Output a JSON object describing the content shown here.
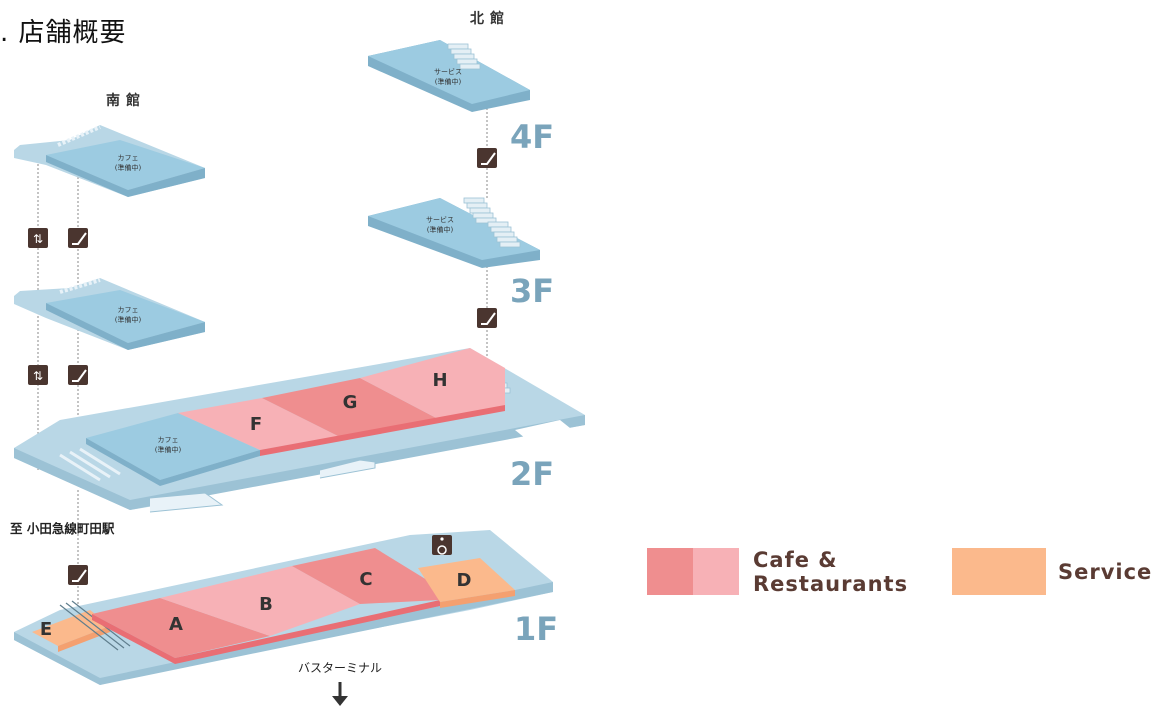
{
  "title": ". 店舗概要",
  "buildings": {
    "north": "北館",
    "south": "南館"
  },
  "floors": {
    "f4": "4F",
    "f3": "3F",
    "f2": "2F",
    "f1": "1F"
  },
  "labels": {
    "to_odakyu": "至 小田急線町田駅",
    "bus_terminal": "バスターミナル",
    "cafe_line1": "カフェ",
    "cafe_line2": "(準備中)",
    "service_line1": "サービス",
    "service_line2": "(準備中)"
  },
  "shops": {
    "A": "A",
    "B": "B",
    "C": "C",
    "D": "D",
    "E": "E",
    "F": "F",
    "G": "G",
    "H": "H"
  },
  "legend": {
    "cafe_line1": "Cafe &",
    "cafe_line2": "Restaurants",
    "service": "Service"
  },
  "colors": {
    "restaurant_dark": "#ef8e8f",
    "restaurant_light": "#f7b1b6",
    "service": "#fbb98c",
    "cafe_blue": "#9ccbe1",
    "floor_blue": "#c5dde9",
    "icon_brown": "#4a352f",
    "floor_label": "#7aa4bb"
  }
}
